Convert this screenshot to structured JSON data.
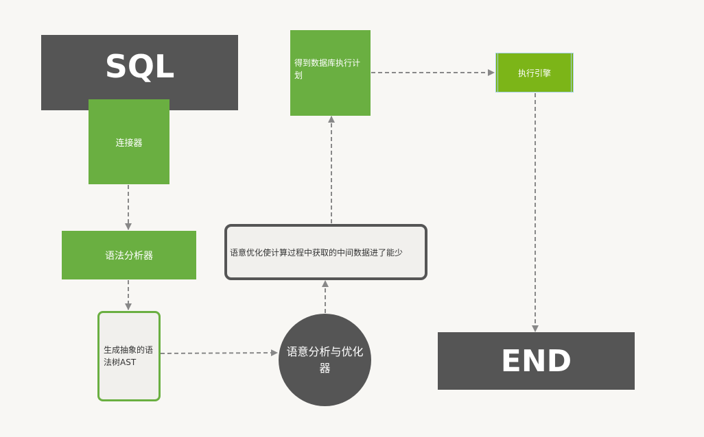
{
  "nodes": {
    "sql": "SQL",
    "connector": "连接器",
    "parser": "语法分析器",
    "ast": "生成抽象的语法树AST",
    "semantic": "语意分析与优化器",
    "optimize_note": "语意优化使计算过程中获取的中间数据进了能少",
    "exec_plan": "得到数据库执行计划",
    "engine": "执行引擎",
    "end": "END"
  },
  "colors": {
    "dark": "#555555",
    "green": "#6aaf41",
    "engine_green": "#7cb518",
    "light": "#f1f0ed",
    "arrow": "#888888",
    "background": "#f8f7f4"
  }
}
